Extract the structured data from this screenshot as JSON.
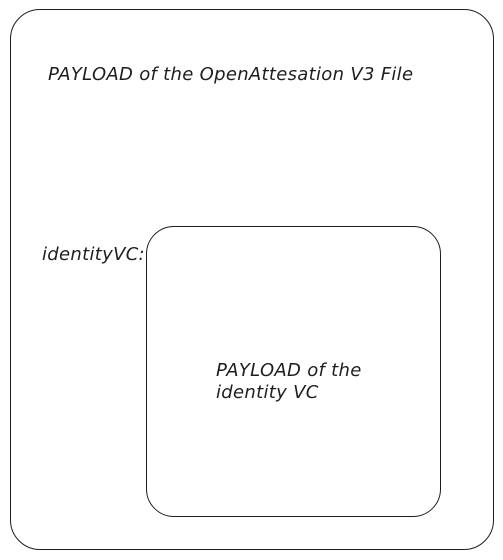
{
  "diagram": {
    "outer": {
      "title": "PAYLOAD of the OpenAttesation V3 File"
    },
    "field": {
      "label": "identityVC:"
    },
    "inner": {
      "title": "PAYLOAD of the identity VC"
    }
  }
}
